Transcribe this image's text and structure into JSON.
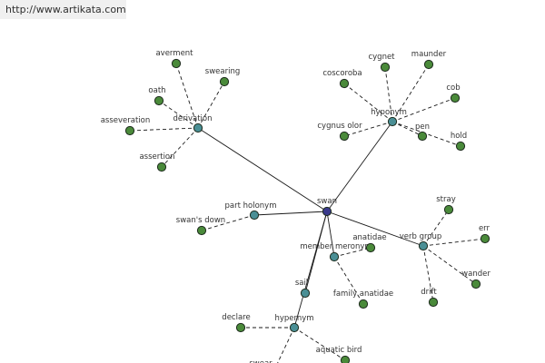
{
  "site_url": "http://www.artikata.com",
  "colors": {
    "root": "#3a3a8c",
    "relation": "#4a8f95",
    "leaf": "#4a8a3a"
  },
  "graph": {
    "root": "swan",
    "relations": [
      {
        "label": "derivation",
        "terms": [
          "averment",
          "swearing",
          "oath",
          "asseveration",
          "assertion"
        ]
      },
      {
        "label": "hyponym",
        "terms": [
          "cygnet",
          "maunder",
          "coscoroba",
          "cob",
          "cygnus olor",
          "pen",
          "hold"
        ]
      },
      {
        "label": "part holonym",
        "terms": [
          "swan's down"
        ]
      },
      {
        "label": "member meronym",
        "terms": [
          "anatidae",
          "family anatidae"
        ]
      },
      {
        "label": "verb group",
        "terms": [
          "stray",
          "err",
          "drift",
          "wander"
        ]
      },
      {
        "label": "sail",
        "terms": []
      },
      {
        "label": "hypernym",
        "terms": [
          "declare",
          "aquatic bird",
          "swear"
        ]
      }
    ]
  }
}
